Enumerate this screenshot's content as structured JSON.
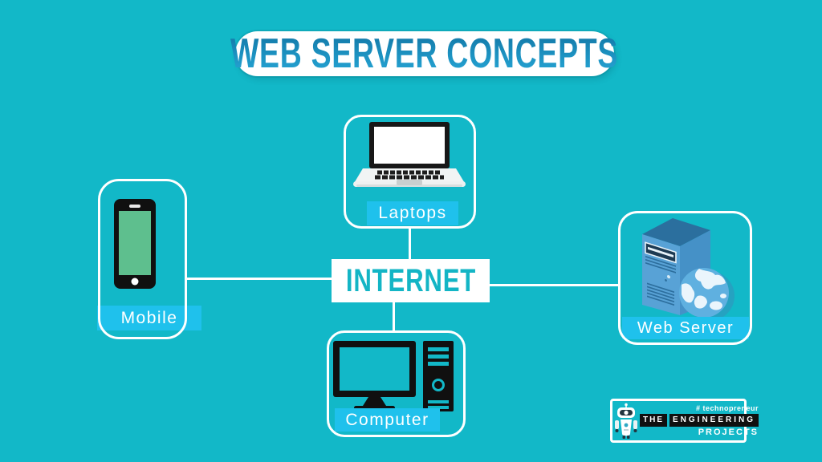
{
  "title": {
    "text": "WEB SERVER CONCEPTS"
  },
  "center": {
    "label": "INTERNET"
  },
  "nodes": {
    "laptop": {
      "label": "Laptops",
      "icon": "laptop-icon"
    },
    "mobile": {
      "label": "Mobile",
      "icon": "smartphone-icon"
    },
    "computer": {
      "label": "Computer",
      "icon": "desktop-computer-icon"
    },
    "server": {
      "label": "Web Server",
      "icon": "server-globe-icon"
    }
  },
  "diagram": {
    "center": "INTERNET",
    "connections": [
      [
        "Laptops",
        "INTERNET"
      ],
      [
        "Mobile",
        "INTERNET"
      ],
      [
        "Computer",
        "INTERNET"
      ],
      [
        "Web Server",
        "INTERNET"
      ]
    ]
  },
  "logo": {
    "tagline": "# technopreneur",
    "brand_the": "THE",
    "brand_engineering": "ENGINEERING",
    "brand_projects": "PROJECTS",
    "icon": "robot-icon"
  },
  "colors": {
    "background": "#12b8c8",
    "label_background": "#1fc1ec",
    "title_blue_top": "#1173a2",
    "title_blue_bottom": "#28a8d8",
    "internet_text": "#13b5c5",
    "frame_white": "#ffffff",
    "server_front": "#58a2d6",
    "server_side": "#4591c7",
    "server_top": "#2b6f9e",
    "globe_ocean": "#5fb0e0",
    "globe_land": "#eaf5fc",
    "phone_screen": "#5ebf8e",
    "device_dark": "#111111"
  }
}
